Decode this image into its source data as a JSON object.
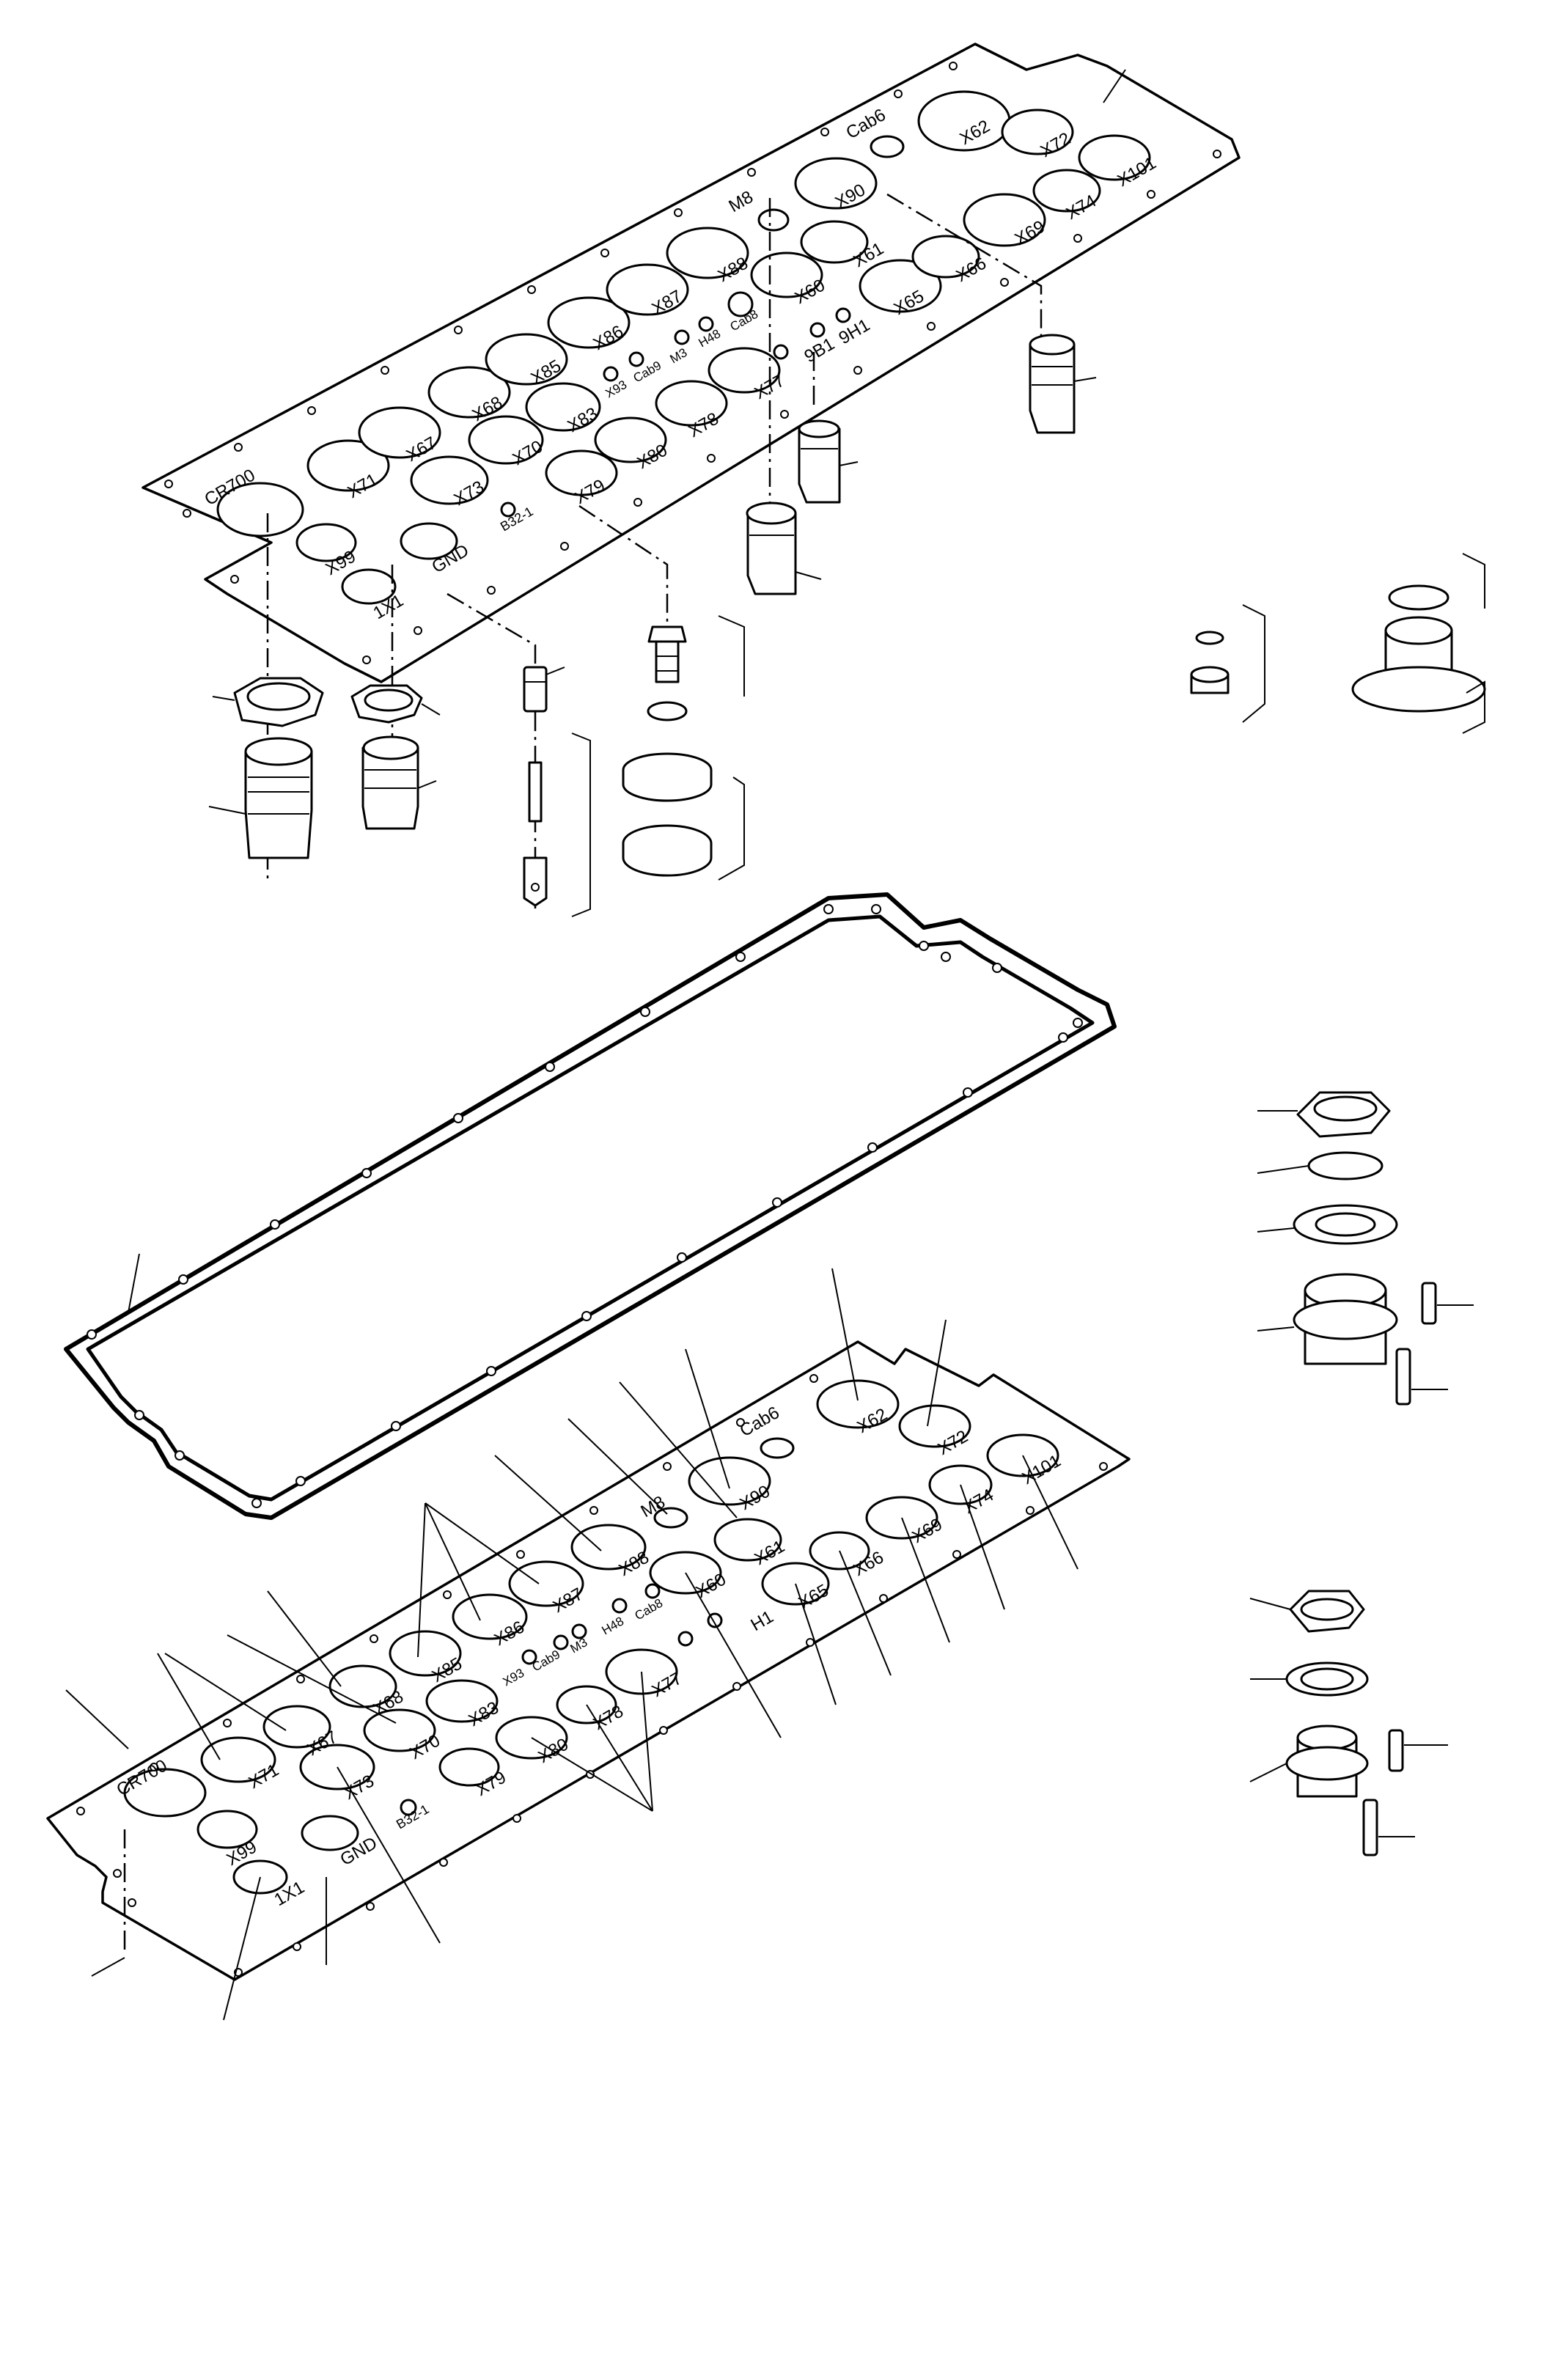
{
  "figure": {
    "upper_plate": {
      "labels": {
        "h1": "CR700",
        "h2": "X71",
        "h3": "X67",
        "h4": "X68",
        "h5": "X85",
        "h6": "X86",
        "h7": "X87",
        "h8": "X88",
        "h9": "M8",
        "h10": "X90",
        "h11": "Cab6",
        "h12": "X62",
        "h13": "X72",
        "h14": "X101",
        "h15": "X99",
        "h16": "X73",
        "h17": "X70",
        "h18": "X83",
        "h19": "X79",
        "h20": "X80",
        "h21": "X78",
        "h22": "X77",
        "h23": "X60",
        "h24": "X61",
        "h25": "X65",
        "h26": "X66",
        "h27": "X69",
        "h28": "X74",
        "h29": "1X1",
        "h30": "GND",
        "s1": "B32-1",
        "s2": "X93",
        "s3": "Cab9",
        "s4": "M3",
        "s5": "H48",
        "s6": "Cab8",
        "s7": "9B1",
        "s8": "9H1"
      }
    },
    "lower_plate": {
      "labels": {
        "h1": "CR700",
        "h2": "X71",
        "h3": "X67",
        "h4": "X68",
        "h5": "X85",
        "h6": "X86",
        "h7": "X87",
        "h8": "X88",
        "h9": "M8",
        "h10": "X90",
        "h11": "Cab6",
        "h12": "X62",
        "h13": "X72",
        "h14": "X101",
        "h15": "X99",
        "h16": "X73",
        "h17": "X70",
        "h18": "X83",
        "h19": "X79",
        "h20": "X80",
        "h21": "X78",
        "h22": "X77",
        "h23": "X60",
        "h24": "X61",
        "h25": "X65",
        "h26": "X66",
        "h27": "X69",
        "h28": "X74",
        "h29": "1X1",
        "h30": "GND",
        "s1": "B32-1",
        "s2": "X93",
        "s3": "Cab9",
        "s4": "M3",
        "s5": "H48",
        "s6": "Cab8",
        "s7": "H1"
      }
    }
  }
}
